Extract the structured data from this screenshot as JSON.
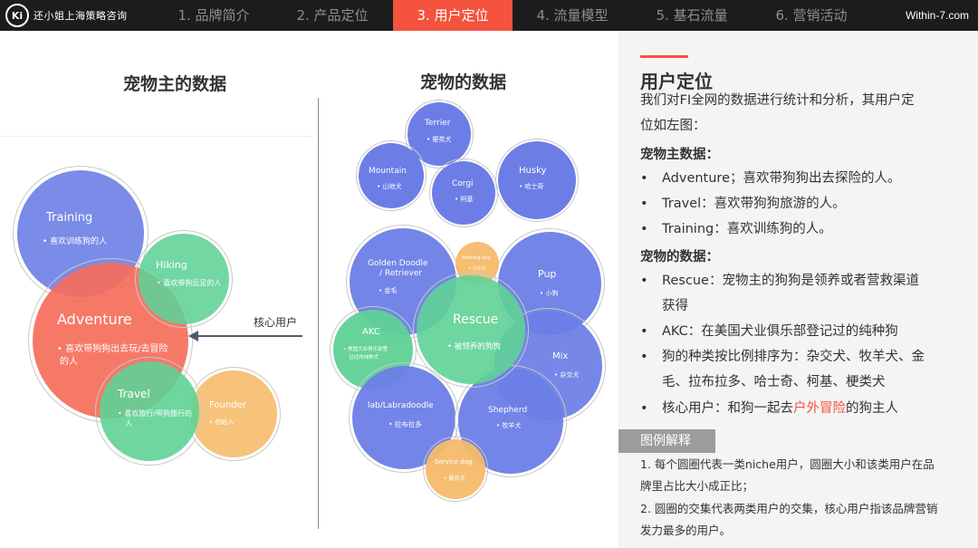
{
  "header": {
    "logo_mark": "Ki",
    "logo_text": "还小姐上海策略咨询",
    "tabs": [
      {
        "label": "1. 品牌简介",
        "active": false
      },
      {
        "label": "2. 产品定位",
        "active": false
      },
      {
        "label": "3. 用户定位",
        "active": true
      },
      {
        "label": "4. 流量模型",
        "active": false
      },
      {
        "label": "5. 基石流量",
        "active": false
      },
      {
        "label": "6. 营销活动",
        "active": false
      }
    ],
    "site": "Within-7.com"
  },
  "owner_section": {
    "title": "宠物主的数据",
    "core_label": "核心用户",
    "bubbles": {
      "training": {
        "name": "Training",
        "desc": "• 喜欢训练狗的人",
        "color": "#6c7ee6"
      },
      "hiking": {
        "name": "Hiking",
        "desc": "• 喜欢带狗远足的人",
        "color": "#5fd196"
      },
      "adventure": {
        "name": "Adventure",
        "desc1": "• 喜欢带狗狗出去玩/去冒险",
        "desc2": "的人",
        "color": "#f56e5b"
      },
      "travel": {
        "name": "Travel",
        "desc1": "• 喜欢旅行/带狗旅行的",
        "desc2": "人",
        "color": "#5fd196"
      },
      "founder": {
        "name": "Founder",
        "desc": "• 创始人",
        "color": "#f6bb6a"
      }
    }
  },
  "pet_section": {
    "title": "宠物的数据",
    "bubbles": {
      "terrier": {
        "name": "Terrier",
        "desc": "• 梗类犬"
      },
      "mountain": {
        "name": "Mountain",
        "desc": "• 山地犬"
      },
      "corgi": {
        "name": "Corgi",
        "desc": "• 柯基"
      },
      "husky": {
        "name": "Husky",
        "desc": "• 哈士奇"
      },
      "golden": {
        "name1": "Golden Doodle",
        "name2": "/ Retriever",
        "desc": "• 金毛"
      },
      "working": {
        "name": "Working dog",
        "desc": "• 工作犬"
      },
      "pup": {
        "name": "Pup",
        "desc": "• 小狗"
      },
      "akc": {
        "name": "AKC",
        "desc1": "• 美国犬业俱乐部登",
        "desc2": "记过的纯种犬"
      },
      "rescue": {
        "name": "Rescue",
        "desc": "• 被领养的狗狗"
      },
      "mix": {
        "name": "Mix",
        "desc": "• 杂交犬"
      },
      "lab": {
        "name": "lab/Labradoodle",
        "desc": "• 拉布拉多"
      },
      "shepherd": {
        "name": "Shepherd",
        "desc": "• 牧羊犬"
      },
      "service": {
        "name": "Service dog",
        "desc": "• 服务犬"
      }
    },
    "colors": {
      "blue": "#6c7ee6",
      "green": "#5fd196",
      "orange": "#f6bb6a"
    }
  },
  "panel": {
    "heading": "用户定位",
    "intro1": "我们对FI全网的数据进行统计和分析，其用户定",
    "intro2": "位如左图：",
    "owner_heading": "宠物主数据：",
    "owner_items": [
      "Adventure；喜欢带狗狗出去探险的人。",
      "Travel：喜欢带狗狗旅游的人。",
      "Training：喜欢训练狗的人。"
    ],
    "pet_heading": "宠物的数据：",
    "pet_items": [
      "Rescue：宠物主的狗狗是领养或者营救渠道",
      "获得",
      "AKC：在美国犬业俱乐部登记过的纯种狗",
      "狗的种类按比例排序为：杂交犬、牧羊犬、金",
      "毛、拉布拉多、哈士奇、柯基、梗类犬"
    ],
    "core_prefix": "核心用户：和狗一起去",
    "core_highlight": "户外冒险",
    "core_suffix": "的狗主人",
    "legend_tab": "图例解释",
    "notes": [
      "1. 每个圆圈代表一类niche用户，圆圈大小和该类用户在品",
      "牌里占比大小成正比；",
      "2. 圆圈的交集代表两类用户的交集，核心用户指该品牌营销",
      "发力最多的用户。"
    ]
  }
}
